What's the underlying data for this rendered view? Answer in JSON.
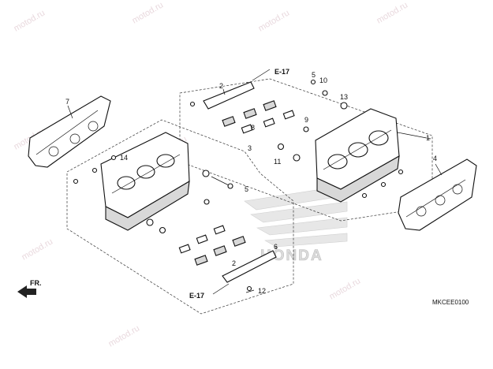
{
  "watermark": "motod.ru",
  "brand": "HONDA",
  "diagram_code": "MKCEE0100",
  "direction_label": "FR.",
  "ref_labels": {
    "top": "E-17",
    "bottom": "E-17"
  },
  "callouts": {
    "c1": "1",
    "c2_top": "2",
    "c2_bottom": "2",
    "c3": "3",
    "c4": "4",
    "c5_top": "5",
    "c5_mid": "5",
    "c6": "6",
    "c7": "7",
    "c8": "8",
    "c9": "9",
    "c10": "10",
    "c11": "11",
    "c12": "12",
    "c13": "13",
    "c14": "14"
  }
}
